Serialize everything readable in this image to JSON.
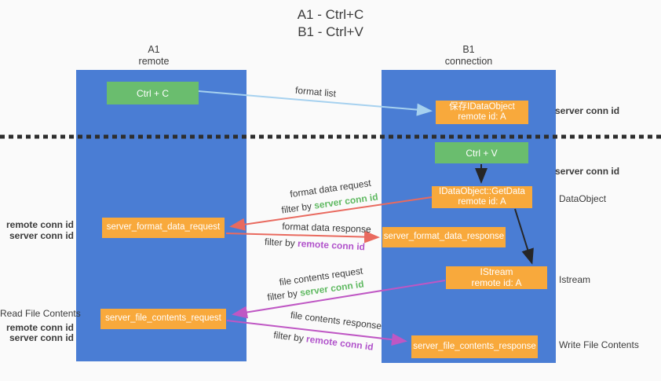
{
  "title": {
    "line1": "A1 - Ctrl+C",
    "line2": "B1 - Ctrl+V"
  },
  "lanes": {
    "left": {
      "title": "A1",
      "subtitle": "remote"
    },
    "right": {
      "title": "B1",
      "subtitle": "connection"
    }
  },
  "nodes": {
    "ctrl_c": {
      "label": "Ctrl + C"
    },
    "ctrl_v": {
      "label": "Ctrl + V"
    },
    "save_dataobject": {
      "line1": "保存IDataObject",
      "line2": "remote id: A"
    },
    "getdata": {
      "line1": "IDataObject::GetData",
      "line2": "remote id: A"
    },
    "istream": {
      "line1": "IStream",
      "line2": "remote id: A"
    },
    "format_request": {
      "label": "server_format_data_request"
    },
    "format_response": {
      "label": "server_format_data_response"
    },
    "file_request": {
      "label": "server_file_contents_request"
    },
    "file_response": {
      "label": "server_file_contents_response"
    }
  },
  "arrow_labels": {
    "format_list": "format list",
    "format_data_request": "format data request",
    "format_data_response": "format data response",
    "file_contents_request": "file contents request",
    "file_contents_response": "file contents response",
    "filter_by": "filter by ",
    "server_conn_id": "server conn id",
    "remote_conn_id": "remote conn id"
  },
  "side_labels": {
    "right": {
      "server_conn_id_top": "server conn id",
      "server_conn_id_mid": "server conn id",
      "dataobject": "DataObject",
      "istream": "Istream",
      "write_file_contents": "Write File Contents"
    },
    "left": {
      "remote_conn_id_1": "remote conn id",
      "server_conn_id_1": "server conn id",
      "read_file_contents": "Read File Contents",
      "remote_conn_id_2": "remote conn id",
      "server_conn_id_2": "server conn id"
    }
  },
  "colors": {
    "lane_blue": "#4a7dd4",
    "box_green": "#6abd6e",
    "box_orange": "#f8a93c",
    "arrow_lightblue": "#a6d1ef",
    "arrow_red": "#e96a5f",
    "arrow_magenta": "#bf57c4",
    "arrow_black": "#262626",
    "separator_black": "#2e2e2e",
    "label_green": "#5fb961",
    "label_purple": "#b153cb",
    "text_dark": "#3b3b3b",
    "background": "#fafafa"
  }
}
